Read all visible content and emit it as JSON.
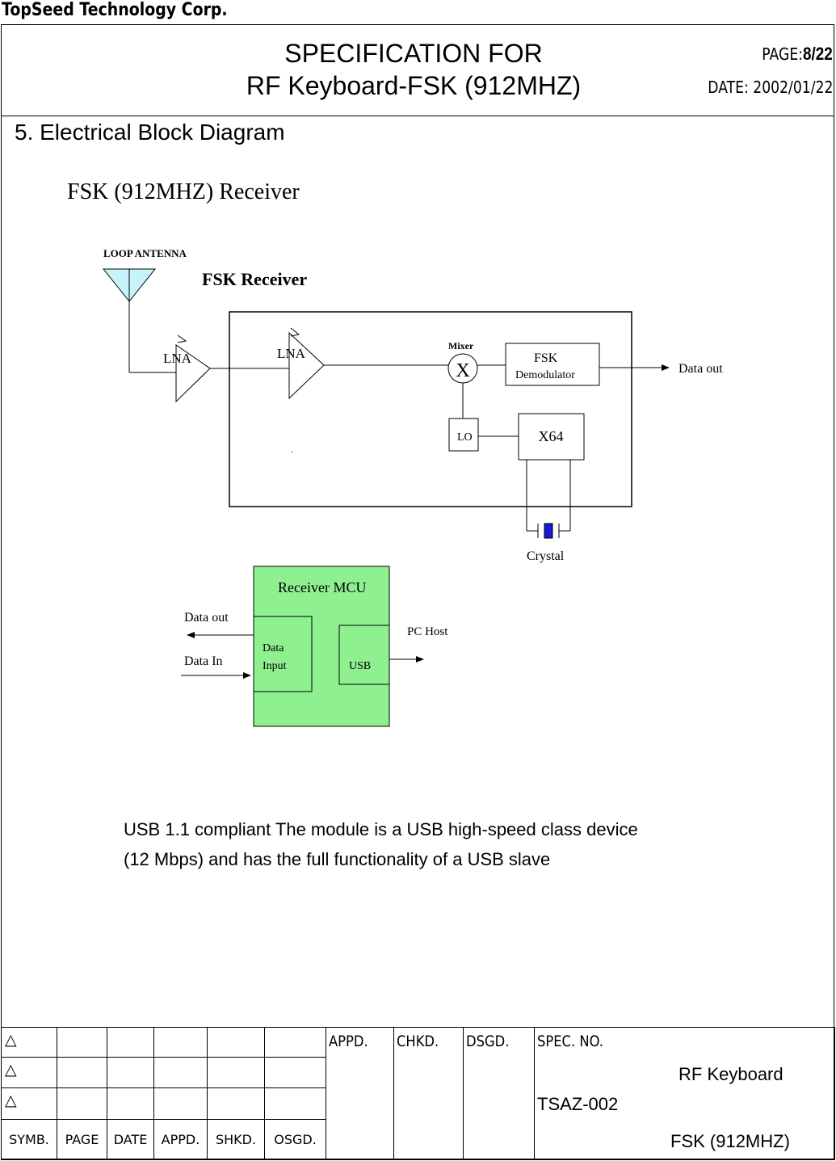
{
  "header": {
    "company": "TopSeed Technology Corp.",
    "title_line1": "SPECIFICATION FOR",
    "title_line2": "RF Keyboard-FSK (912MHZ)",
    "page_label": "PAGE:",
    "page_value": "8/22",
    "date": "DATE: 2002/01/22"
  },
  "section": {
    "heading": "5. Electrical Block Diagram",
    "subtitle": "FSK (912MHZ) Receiver"
  },
  "diagram": {
    "loop_antenna": "LOOP ANTENNA",
    "title": "FSK Receiver",
    "lna1": "LNA",
    "lna2": "LNA",
    "mixer": "Mixer",
    "mixer_symbol": "X",
    "fsk_line1": "FSK",
    "fsk_line2": "Demodulator",
    "data_out_rf": "Data out",
    "lo": "LO",
    "x64": "X64",
    "crystal": "Crystal",
    "mcu": "Receiver MCU",
    "data_input_line1": "Data",
    "data_input_line2": "Input",
    "usb": "USB",
    "data_out_mcu": "Data out",
    "data_in": "Data In",
    "pc_host": "PC Host"
  },
  "description": {
    "line1": "USB 1.1 compliant The module is a USB high-speed class device",
    "line2": "(12 Mbps) and has the full functionality of a USB slave"
  },
  "footer": {
    "triangle": "△",
    "appd": "APPD.",
    "chkd": "CHKD.",
    "dsgd": "DSGD.",
    "spec_no_label": "SPEC. NO.",
    "spec_no": "TSAZ-002",
    "product_line1": "RF Keyboard",
    "product_line2": "FSK (912MHZ)",
    "cols": [
      "SYMB.",
      "PAGE",
      "DATE",
      "APPD.",
      "SHKD.",
      "OSGD."
    ]
  },
  "colors": {
    "antenna_fill": "#c6f4f8",
    "mcu_fill": "#8ef08e",
    "crystal_fill": "#1a1ad0"
  }
}
